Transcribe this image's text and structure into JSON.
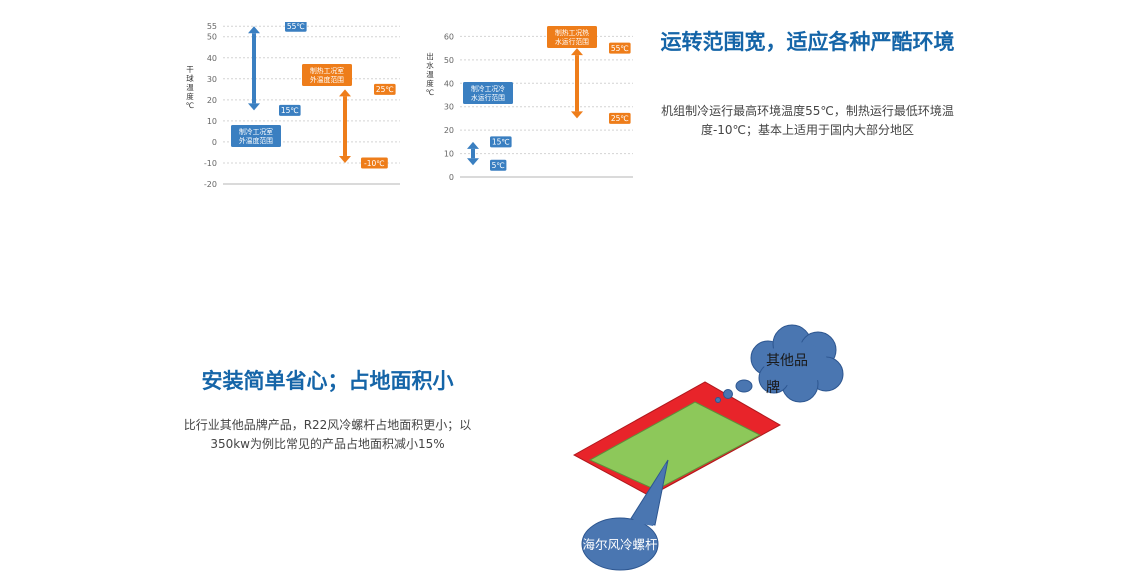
{
  "section1": {
    "title": "运转范围宽，适应各种严酷环境",
    "description": "机组制冷运行最高环境温度55℃，制热运行最低环境温度-10℃；基本上适用于国内大部分地区"
  },
  "section2": {
    "title": "安装简单省心；占地面积小",
    "description": "比行业其他品牌产品，R22风冷螺杆占地面积更小；以350kw为例比常见的产品占地面积减小15%"
  },
  "bubbles": {
    "other_brands": "其他品牌",
    "haier": "海尔风冷螺杆"
  },
  "colors": {
    "blue": "#3a7fc1",
    "orange": "#ee7d1a",
    "heading": "#1565a8",
    "red": "#e8242a",
    "green": "#8dc85a"
  },
  "chart_data": [
    {
      "type": "range",
      "ylabel": "干球温度℃",
      "yticks": [
        55,
        50,
        40,
        30,
        20,
        10,
        0,
        -10,
        -20
      ],
      "ylim": [
        -20,
        57
      ],
      "ranges": [
        {
          "name": "制冷工况室外温度范围",
          "min": 15,
          "max": 55,
          "min_label": "15℃",
          "max_label": "55℃",
          "color": "#3a7fc1"
        },
        {
          "name": "制热工况室外温度范围",
          "min": -10,
          "max": 25,
          "min_label": "-10℃",
          "max_label": "25℃",
          "color": "#ee7d1a"
        }
      ]
    },
    {
      "type": "range",
      "ylabel": "出水温度℃",
      "yticks": [
        60,
        50,
        40,
        30,
        20,
        10,
        0
      ],
      "ylim": [
        0,
        64
      ],
      "ranges": [
        {
          "name": "制冷工况冷水运行范围",
          "min": 5,
          "max": 15,
          "min_label": "5℃",
          "max_label": "15℃",
          "color": "#3a7fc1"
        },
        {
          "name": "制热工况热水运行范围",
          "min": 25,
          "max": 55,
          "min_label": "25℃",
          "max_label": "55℃",
          "color": "#ee7d1a"
        }
      ]
    }
  ]
}
